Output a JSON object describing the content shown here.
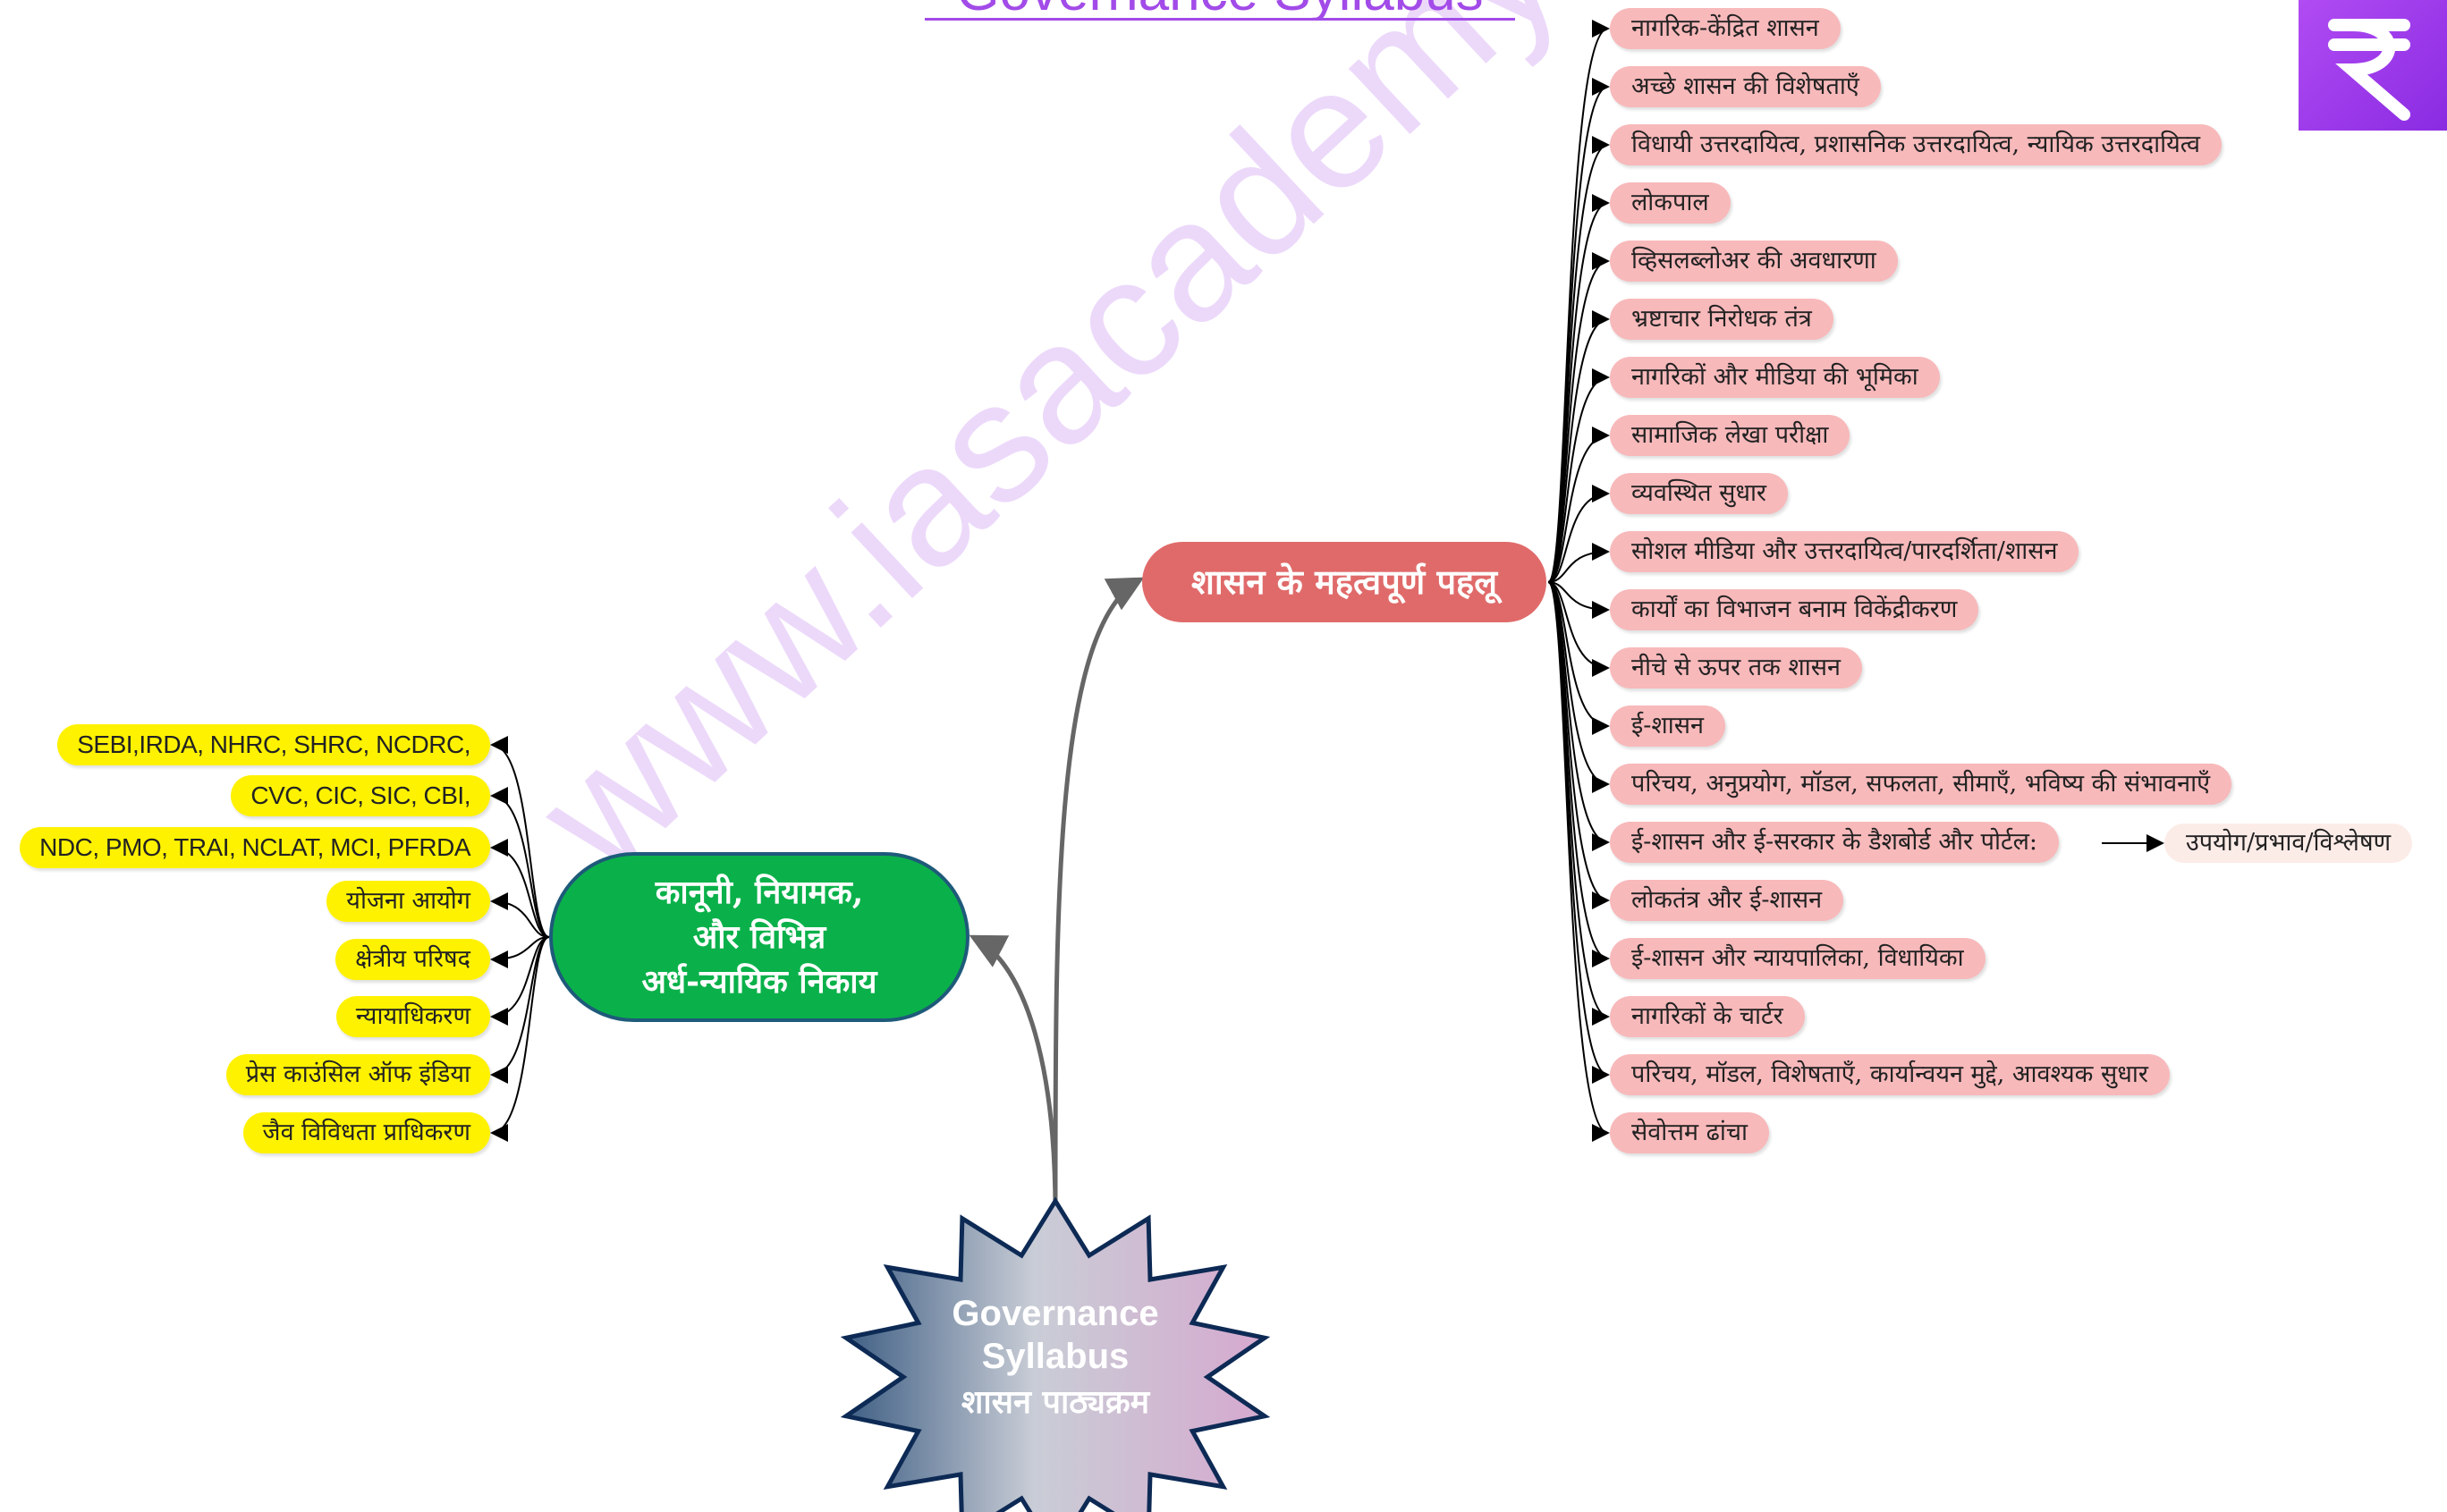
{
  "title": "Governance Syllabus",
  "center": {
    "line1": "Governance",
    "line2": "Syllabus",
    "line3": "शासन पाठ्यक्रम"
  },
  "branch_right": {
    "label": "शासन के महत्वपूर्ण पहलू",
    "items": [
      "नागरिक-केंद्रित शासन",
      "अच्छे शासन की विशेषताएँ",
      "विधायी उत्तरदायित्व, प्रशासनिक उत्तरदायित्व, न्यायिक उत्तरदायित्व",
      "लोकपाल",
      "व्हिसलब्लोअर की अवधारणा",
      "भ्रष्टाचार निरोधक तंत्र",
      "नागरिकों और मीडिया की भूमिका",
      "सामाजिक लेखा परीक्षा",
      "व्यवस्थित सुधार",
      "सोशल मीडिया और उत्तरदायित्व/पारदर्शिता/शासन",
      "कार्यों का विभाजन बनाम विकेंद्रीकरण",
      "नीचे से ऊपर तक शासन",
      "ई-शासन",
      "परिचय, अनुप्रयोग, मॉडल, सफलता, सीमाएँ, भविष्य की संभावनाएँ",
      "ई-शासन और ई-सरकार के डैशबोर्ड और पोर्टल:",
      "लोकतंत्र और ई-शासन",
      "ई-शासन और न्यायपालिका, विधायिका",
      "नागरिकों के चार्टर",
      "परिचय, मॉडल, विशेषताएँ, कार्यान्वयन मुद्दे, आवश्यक सुधार",
      "सेवोत्तम ढांचा"
    ],
    "sub_item": "उपयोग/प्रभाव/विश्लेषण"
  },
  "branch_left": {
    "line1": "कानूनी, नियामक,",
    "line2": "और विभिन्न",
    "line3": "अर्ध-न्यायिक निकाय",
    "items": [
      "SEBI,IRDA, NHRC, SHRC, NCDRC,",
      "CVC, CIC, SIC, CBI,",
      "NDC, PMO, TRAI, NCLAT, MCI, PFRDA",
      "योजना आयोग",
      "क्षेत्रीय परिषद",
      "न्यायाधिकरण",
      "प्रेस काउंसिल ऑफ इंडिया",
      "जैव विविधता प्राधिकरण"
    ]
  },
  "watermark": "www.iasacademy.com",
  "colors": {
    "title": "#a24be8",
    "right_branch": "#e06a6a",
    "right_leaf": "#f8b9bb",
    "left_branch": "#0ab14a",
    "left_leaf": "#fff200"
  },
  "icons": {
    "logo": "rupee-style-logo-icon"
  }
}
